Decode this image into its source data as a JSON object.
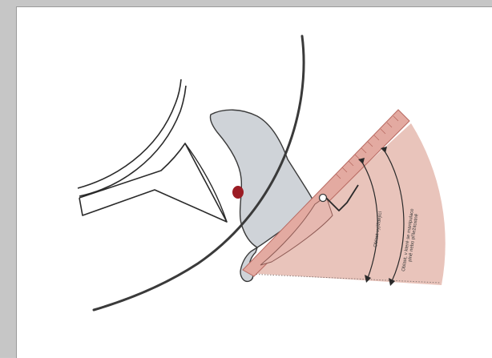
{
  "diagram": {
    "labels": {
      "inner_arc": "Oblast vyjíždějící",
      "outer_arc_line1": "Oblast, v které se manipulace",
      "outer_arc_line2": "plně nebo příležitostně"
    },
    "colors": {
      "frame": "#c6c6c6",
      "paper": "#ffffff",
      "sector_fill": "#e9c4bb",
      "ruler_fill": "#e3aaa1",
      "ruler_stroke": "#b86a62",
      "part_fill": "#cfd3d8",
      "marker": "#9b1c24",
      "outline": "#3a3a3a"
    }
  }
}
